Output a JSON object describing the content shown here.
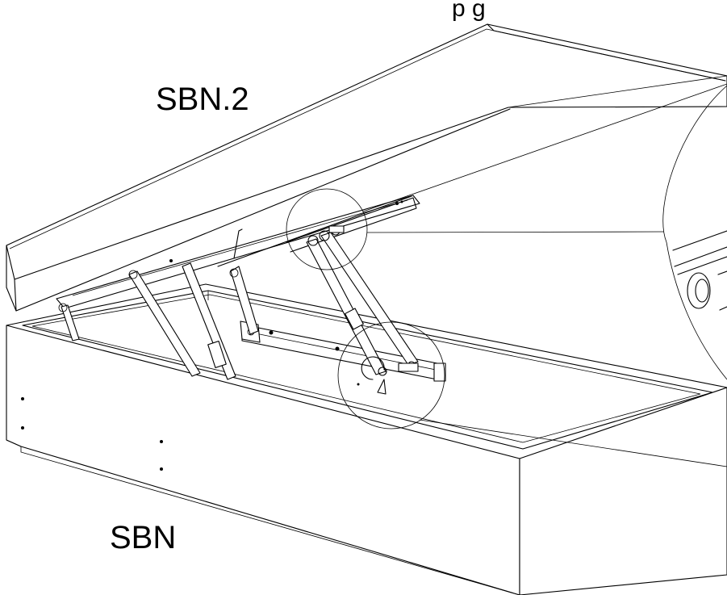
{
  "labels": {
    "top_text": "p         g",
    "lid": "SBN.2",
    "base": "SBN"
  }
}
